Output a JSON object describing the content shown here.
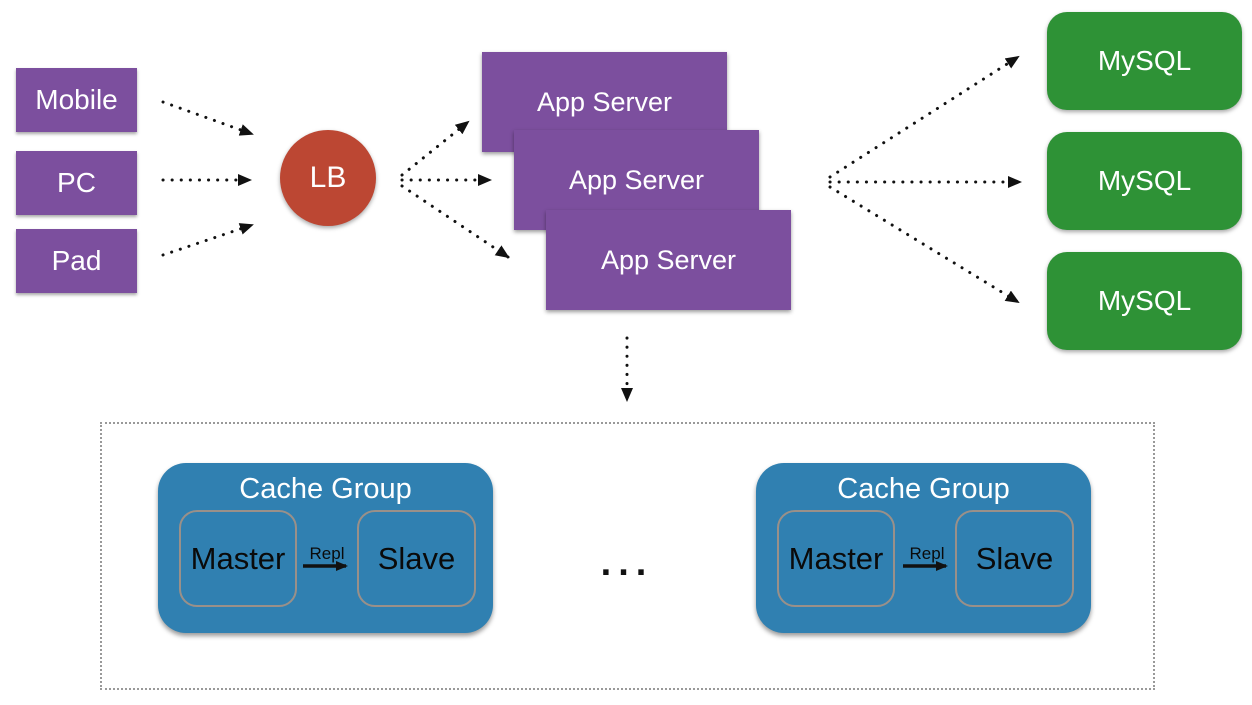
{
  "colors": {
    "purple": "#7c4f9e",
    "red": "#bc4733",
    "green": "#2e9236",
    "blue": "#3080b1",
    "inner-border": "#9a9089",
    "gray": "#999999",
    "arrow": "#111111"
  },
  "clients": [
    {
      "label": "Mobile"
    },
    {
      "label": "PC"
    },
    {
      "label": "Pad"
    }
  ],
  "load_balancer": {
    "label": "LB"
  },
  "app_servers": [
    {
      "label": "App Server"
    },
    {
      "label": "App Server"
    },
    {
      "label": "App Server"
    }
  ],
  "databases": [
    {
      "label": "MySQL"
    },
    {
      "label": "MySQL"
    },
    {
      "label": "MySQL"
    }
  ],
  "cache_cluster": {
    "ellipsis": "...",
    "groups": [
      {
        "title": "Cache Group",
        "master_label": "Master",
        "slave_label": "Slave",
        "repl_label": "Repl"
      },
      {
        "title": "Cache Group",
        "master_label": "Master",
        "slave_label": "Slave",
        "repl_label": "Repl"
      }
    ]
  }
}
